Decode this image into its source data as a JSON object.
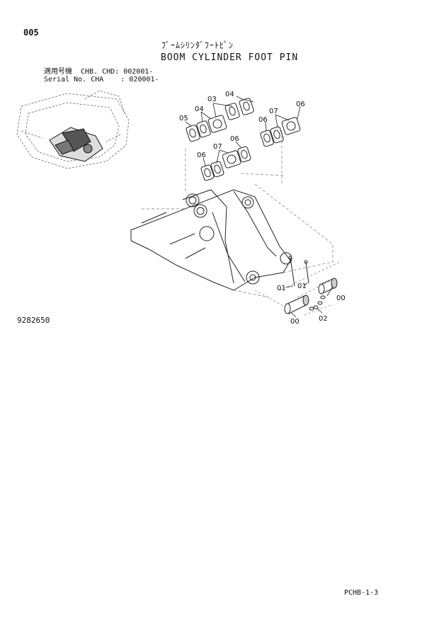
{
  "page_number": "005",
  "title_jp": "ﾌﾞｰﾑｼﾘﾝﾀﾞﾌｰﾄﾋﾟﾝ",
  "title_en": "BOOM CYLINDER FOOT PIN",
  "applicability": {
    "line1": "適用号機  CHB. CHD: 002001-",
    "line2": "Serial No. CHA    : 020001-"
  },
  "drawing_number": "9282650",
  "footer_code": "PCHB-1-3",
  "callouts": {
    "c03": "03",
    "c04a": "04",
    "c04b": "04",
    "c05": "05",
    "c06a": "06",
    "c06b": "06",
    "c06c": "06",
    "c06d": "06",
    "c07a": "07",
    "c07b": "07",
    "c01a": "01",
    "c01b": "01",
    "c00a": "00",
    "c00b": "00",
    "c02": "02"
  }
}
